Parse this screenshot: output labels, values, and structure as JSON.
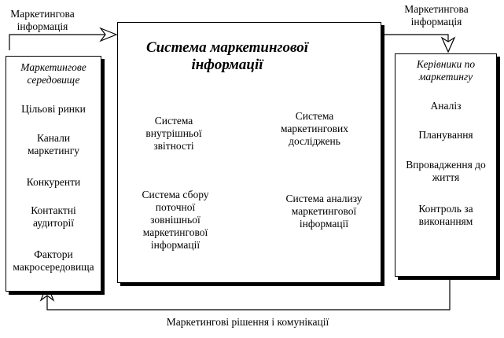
{
  "top_left_label": "Маркетингова\nінформація",
  "top_right_label": "Маркетингова\nінформація",
  "bottom_label": "Маркетингові рішення і комунікації",
  "left_panel": {
    "title": "Маркетингове\nсередовище",
    "items": [
      "Цільові ринки",
      "Канали\nмаркетингу",
      "Конкуренти",
      "Контактні\nаудиторії",
      "Фактори\nмакросередовища"
    ]
  },
  "center_panel": {
    "title": "Система маркетингової\nінформації",
    "subsystems": {
      "internal": "Система\nвнутрішньої\nзвітності",
      "research": "Система\nмаркетингових\nдосліджень",
      "collection": "Система сбору\nпоточної\nзовнішньої\nмаркетингової\nінформації",
      "analysis": "Система анализу\nмаркетингової\nінформації"
    }
  },
  "right_panel": {
    "title": "Керівники по\nмаркетингу",
    "items": [
      "Аналіз",
      "Планування",
      "Впровадження до\nжиття",
      "Контроль за\nвиконанням"
    ]
  }
}
